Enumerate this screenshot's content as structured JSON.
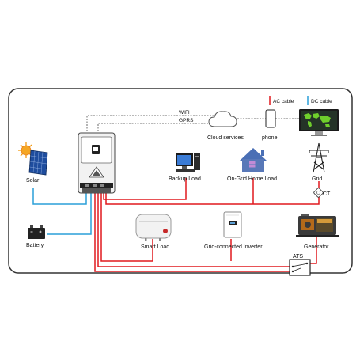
{
  "legend": {
    "ac_label": "AC cable",
    "dc_label": "DC cable"
  },
  "colors": {
    "ac": "#e0191e",
    "dc": "#2a9fd8",
    "frame": "#333333"
  },
  "comms": {
    "wifi": "WIFI",
    "gprs": "GPRS"
  },
  "nodes": {
    "solar": "Solar",
    "battery": "Battery",
    "cloud": "Cloud services",
    "phone": "phone",
    "backup_load": "Backup Load",
    "home_load": "On-Grid Home Load",
    "grid": "Grid",
    "ct": "CT",
    "smart_load": "Smart Load",
    "grid_inverter": "Grid-connected Inverter",
    "generator": "Generator",
    "ats": "ATS"
  },
  "icons": [
    "sun-icon",
    "solar-panel-icon",
    "battery-icon",
    "inverter-icon",
    "cloud-icon",
    "phone-icon",
    "monitor-icon",
    "computer-icon",
    "house-icon",
    "pylon-icon",
    "ct-clamp-icon",
    "water-heater-icon",
    "grid-inverter-icon",
    "generator-icon",
    "ats-switch-icon"
  ]
}
